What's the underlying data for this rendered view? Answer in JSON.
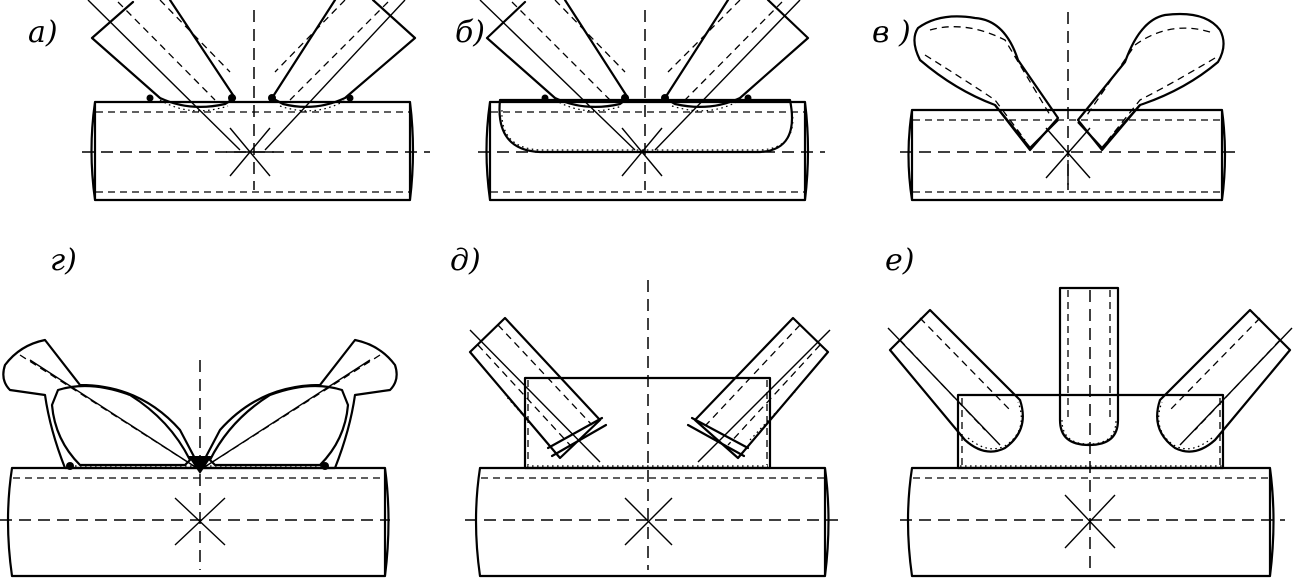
{
  "labels": {
    "a": "а)",
    "b": "б)",
    "v": "в )",
    "g": "г)",
    "d": "д)",
    "e": "е)"
  },
  "colors": {
    "ink": "#000000",
    "background": "#ffffff"
  }
}
